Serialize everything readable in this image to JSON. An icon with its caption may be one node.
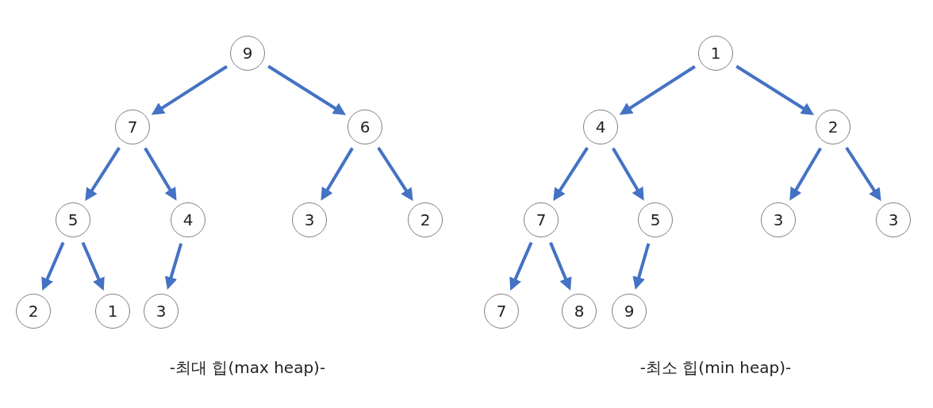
{
  "diagram": {
    "nodes": [
      {
        "text": [
          "9"
        ]
      },
      {
        "text": [
          "7"
        ]
      },
      {
        "text": [
          "6"
        ]
      },
      {
        "text": [
          "5"
        ]
      },
      {
        "text": [
          "4"
        ]
      },
      {
        "text": [
          "3"
        ]
      },
      {
        "text": [
          "2"
        ]
      },
      {
        "text": [
          "2"
        ]
      },
      {
        "text": [
          "1"
        ]
      },
      {
        "text": [
          "3"
        ]
      },
      {
        "text": [
          "1"
        ]
      },
      {
        "text": [
          "4"
        ]
      },
      {
        "text": [
          "2"
        ]
      },
      {
        "text": [
          "7"
        ]
      },
      {
        "text": [
          "5"
        ]
      },
      {
        "text": [
          "3"
        ]
      },
      {
        "text": [
          "3"
        ]
      },
      {
        "text": [
          "7"
        ]
      },
      {
        "text": [
          "8"
        ]
      },
      {
        "text": [
          "9"
        ]
      }
    ],
    "edges": [
      {
        "from": 0,
        "to": 1,
        "arrow": "to"
      },
      {
        "from": 0,
        "to": 2,
        "arrow": "to"
      },
      {
        "from": 1,
        "to": 3,
        "arrow": "to"
      },
      {
        "from": 1,
        "to": 4,
        "arrow": "to"
      },
      {
        "from": 2,
        "to": 5,
        "arrow": "to"
      },
      {
        "from": 2,
        "to": 6,
        "arrow": "to"
      },
      {
        "from": 3,
        "to": 7,
        "arrow": "to"
      },
      {
        "from": 3,
        "to": 8,
        "arrow": "to"
      },
      {
        "from": 4,
        "to": 9,
        "arrow": "to"
      },
      {
        "from": 10,
        "to": 11,
        "arrow": "to"
      },
      {
        "from": 10,
        "to": 12,
        "arrow": "to"
      },
      {
        "from": 11,
        "to": 13,
        "arrow": "to"
      },
      {
        "from": 11,
        "to": 14,
        "arrow": "to"
      },
      {
        "from": 12,
        "to": 15,
        "arrow": "to"
      },
      {
        "from": 12,
        "to": 16,
        "arrow": "to"
      },
      {
        "from": 13,
        "to": 17,
        "arrow": "to"
      },
      {
        "from": 13,
        "to": 18,
        "arrow": "to"
      },
      {
        "from": 14,
        "to": 19,
        "arrow": "to"
      }
    ],
    "labels": [
      "-최대 힙(max heap)-",
      "-최소 힙(min heap)-"
    ]
  }
}
